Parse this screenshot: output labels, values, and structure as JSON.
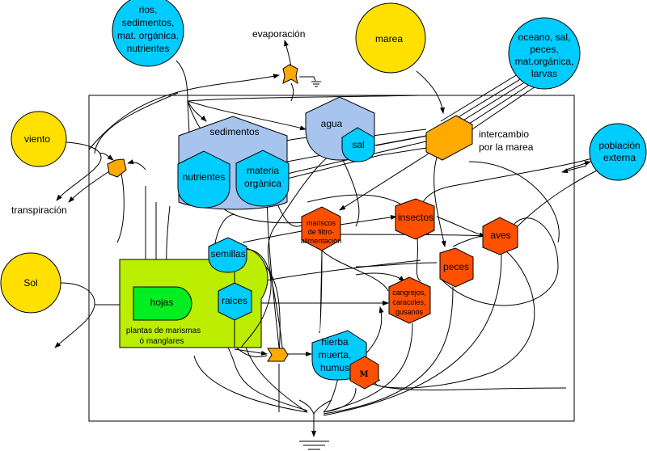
{
  "title": "Diagrama de flujos de energía: ecosistema de marismas o manglares",
  "colors": {
    "source_yellow": "#ffe000",
    "source_cyan": "#00ccff",
    "storage_lightblue": "#a6c4ee",
    "storage_cyan": "#00ccff",
    "consumer_orange": "#ff5000",
    "interaction_orange": "#ffaa00",
    "producer_green": "#00ee22",
    "producer_box": "#bbee00"
  },
  "sources": {
    "rios": [
      "rios,",
      "sedimentos,",
      "mat. orgánica,",
      "nutrientes"
    ],
    "marea": "marea",
    "oceano": [
      "oceano, sal,",
      "peces,",
      "mat.orgánica,",
      "larvas"
    ],
    "viento": "viento",
    "sol": "Sol",
    "poblacion": [
      "población",
      "externa"
    ]
  },
  "labels": {
    "evaporacion": "evaporación",
    "transpiracion": "transpiración",
    "intercambio": [
      "intercambio",
      "por la marea"
    ]
  },
  "storages": {
    "sedimentos": "sedimentos",
    "nutrientes": "nutrientes",
    "materia_organica": [
      "materia",
      "orgánica"
    ],
    "agua": "agua",
    "sal": "sal",
    "semillas": "semillas",
    "raices": "raices",
    "hierba": [
      "hierba",
      "muerta,",
      "humus"
    ]
  },
  "producer": {
    "hojas": "hojas",
    "box_label": [
      "plantas de marismas",
      "ó manglares"
    ]
  },
  "consumers": {
    "mariscos": [
      "mariscos",
      "de filtro-",
      "alimentación"
    ],
    "insectos": "insectos",
    "aves": "aves",
    "peces": "peces",
    "cangrejos": [
      "cangrejos,",
      "caracoles,",
      "gusanos"
    ],
    "microbes": "M"
  }
}
